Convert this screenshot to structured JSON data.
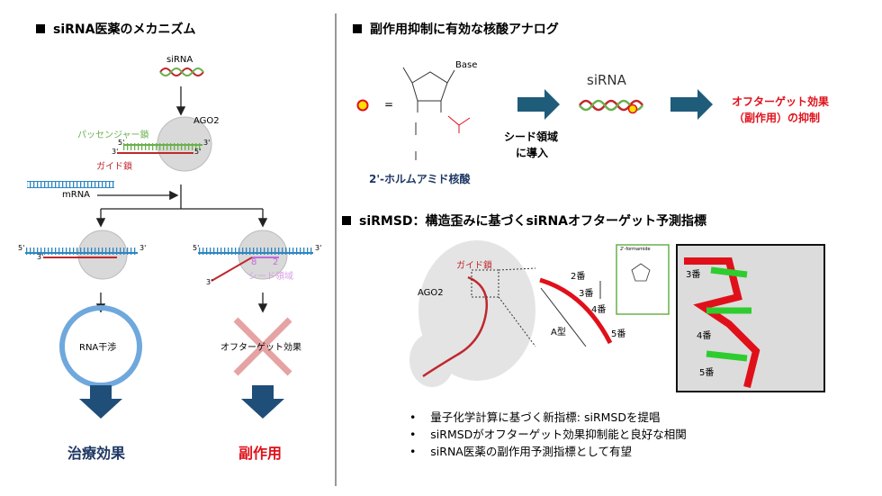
{
  "left_panel": {
    "title": "siRNA医薬のメカニズム",
    "sirna_label": "siRNA",
    "ago2_label": "AGO2",
    "passenger_strand": "パッセンジャー鎖",
    "guide_strand": "ガイド鎖",
    "mrna_label": "mRNA",
    "five_prime": "5'",
    "three_prime": "3'",
    "seed_region": "シード領域",
    "seed_pos_8": "8",
    "seed_pos_2": "2",
    "rnai_label": "RNA干渉",
    "offtarget_label": "オフターゲット効果",
    "therapeutic_effect": "治療効果",
    "side_effect": "副作用"
  },
  "top_right": {
    "title": "副作用抑制に有効な核酸アナログ",
    "equals": "=",
    "base_label": "Base",
    "nucleic_acid_name": "2'-ホルムアミド核酸",
    "introduce_label_1": "シード領域",
    "introduce_label_2": "に導入",
    "sirna_label": "siRNA",
    "result_line_1": "オフターゲット効果",
    "result_line_2": "（副作用）の抑制"
  },
  "bottom_right": {
    "title": "siRMSD：構造歪みに基づくsiRNAオフターゲット予測指標",
    "guide_strand": "ガイド鎖",
    "ago2_label": "AGO2",
    "positions": [
      "2番",
      "3番",
      "4番",
      "5番"
    ],
    "a_form": "A型",
    "inset_label": "2'-formamide",
    "detail_positions": [
      "3番",
      "4番",
      "5番"
    ],
    "bullets": [
      "量子化学計算に基づく新指標: siRMSDを提唱",
      "siRMSDがオフターゲット効果抑制能と良好な相関",
      "siRNA医薬の副作用予測指標として有望"
    ]
  },
  "colors": {
    "navy": "#1f3864",
    "red": "#e0101a",
    "arrow_blue": "#1f5c7a",
    "green": "#6ab04c",
    "guide_red": "#c0282d",
    "mrna_blue": "#2e86c1",
    "seed_purple": "#c36bd9"
  }
}
